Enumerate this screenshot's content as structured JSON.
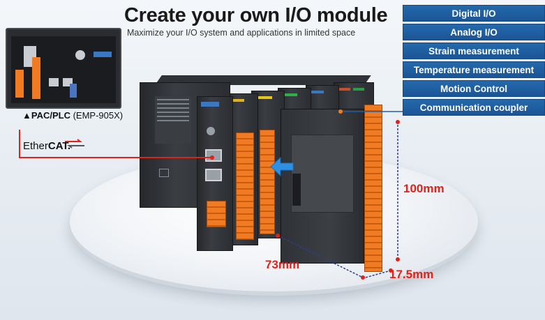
{
  "header": {
    "title": "Create your own I/O module",
    "subtitle": "Maximize your I/O system and applications in limited space"
  },
  "menu": {
    "items": [
      {
        "label": "Digital I/O"
      },
      {
        "label": "Analog I/O"
      },
      {
        "label": "Strain measurement"
      },
      {
        "label": "Temperature measurement"
      },
      {
        "label": "Motion Control"
      },
      {
        "label": "Communication coupler"
      }
    ]
  },
  "plc": {
    "label_bold": "▲PAC/PLC",
    "label_model": " (EMP-905X)"
  },
  "ethercat": {
    "prefix": "Ether",
    "suffix": "CAT."
  },
  "dimensions": {
    "height": "100mm",
    "depth": "73mm",
    "width": "17.5mm"
  },
  "colors": {
    "menu_blue": "#1f5fa3",
    "dimension_red": "#e0231a",
    "terminal_orange": "#f07b22",
    "arrow_blue": "#2f8fe0"
  }
}
